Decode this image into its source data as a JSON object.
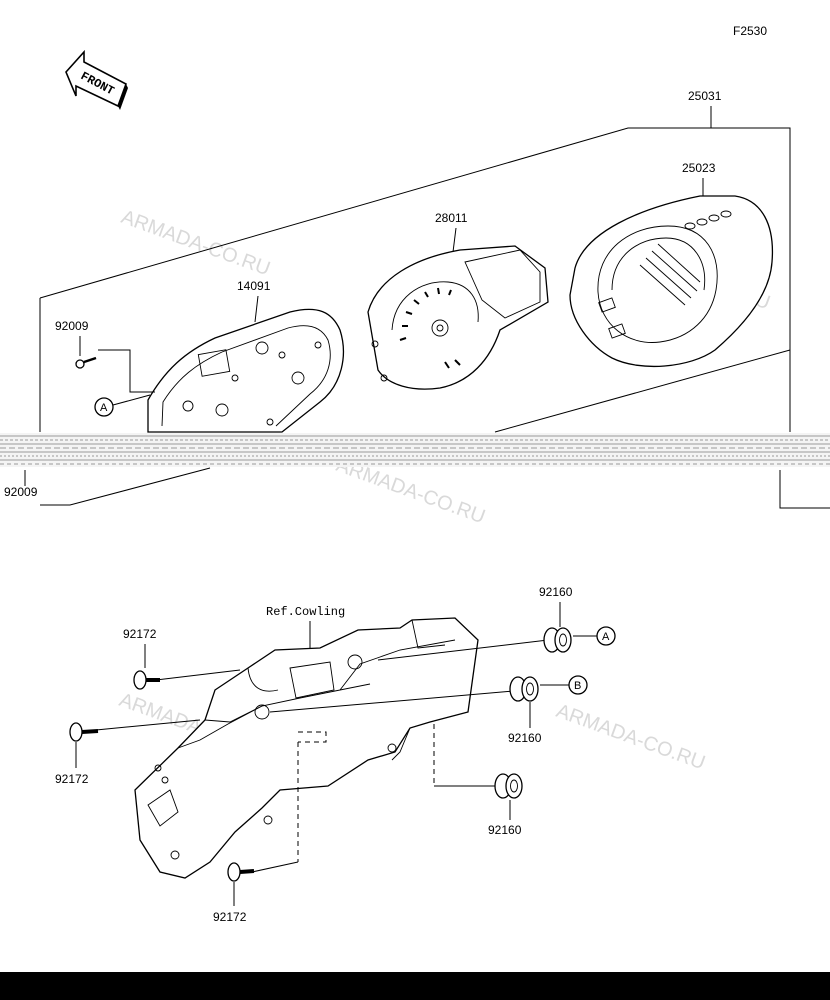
{
  "figure_code": "F2530",
  "front_label": "FRONT",
  "ref_label": "Ref.Cowling",
  "watermark": "ARMADA-CO.RU",
  "parts": {
    "meter_assy": "25031",
    "meter_case": "25023",
    "tachometer": "28011",
    "lower_case": "14091",
    "screw_upper": "92009",
    "screw_lower": "92009",
    "bolt_1": "92172",
    "bolt_2": "92172",
    "bolt_3": "92172",
    "damper_a": "92160",
    "damper_b": "92160",
    "damper_c": "92160"
  },
  "callouts": {
    "a_upper": "A",
    "a_lower": "A",
    "b_lower": "B"
  }
}
